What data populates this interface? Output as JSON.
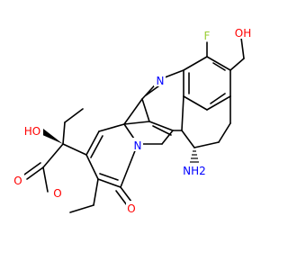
{
  "diagram": {
    "type": "skeletal-structure",
    "atom_labels": [
      {
        "id": "F",
        "text": "F",
        "color": "#9acd32"
      },
      {
        "id": "OH_top",
        "text": "OH",
        "color": "#ff0000"
      },
      {
        "id": "N_ring",
        "text": "N",
        "color": "#0000ff"
      },
      {
        "id": "N_amide",
        "text": "N",
        "color": "#0000ff"
      },
      {
        "id": "NH2",
        "text": "NH2",
        "color": "#0000ff"
      },
      {
        "id": "HO_left",
        "text": "HO",
        "color": "#ff0000"
      },
      {
        "id": "O_ester_carbonyl",
        "text": "O",
        "color": "#ff0000"
      },
      {
        "id": "O_ring",
        "text": "O",
        "color": "#ff0000"
      },
      {
        "id": "O_amide_carbonyl",
        "text": "O",
        "color": "#ff0000"
      }
    ]
  }
}
